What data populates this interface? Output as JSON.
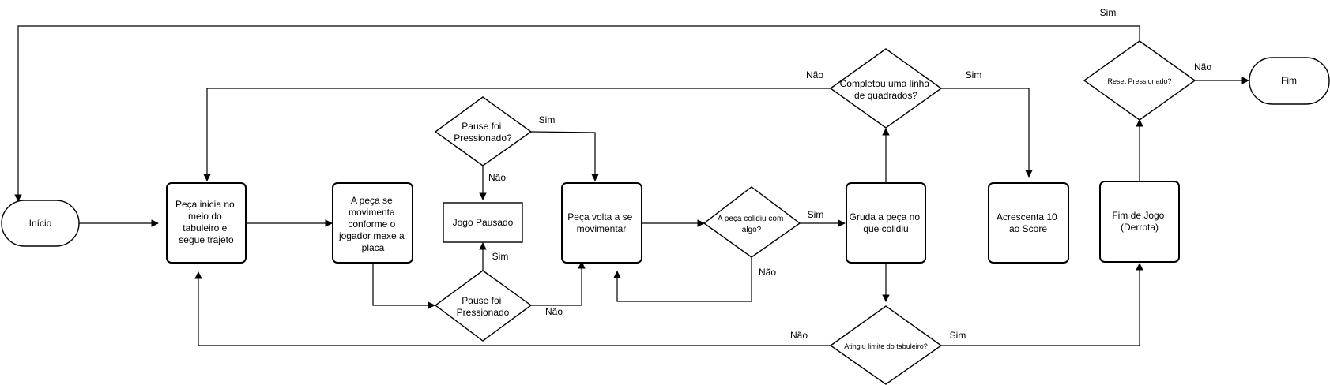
{
  "nodes": {
    "inicio": "Início",
    "fim": "Fim",
    "peca_inicia": [
      "Peça inicia no",
      "meio do",
      "tabuleiro e",
      "segue trajeto"
    ],
    "peca_movimenta": [
      "A peça se",
      "movimenta",
      "conforme o",
      "jogador mexe a",
      "placa"
    ],
    "pause_top": [
      "Pause foi",
      "Pressionado?"
    ],
    "jogo_pausado": "Jogo Pausado",
    "pause_bottom": [
      "Pause foi",
      "Pressionado"
    ],
    "peca_volta": [
      "Peça volta a se",
      "movimentar"
    ],
    "peca_colidiu": [
      "A peça colidiu com",
      "algo?"
    ],
    "gruda_peca": [
      "Gruda a peça no",
      "que colidiu"
    ],
    "completou_linha": [
      "Completou uma linha",
      "de quadrados?"
    ],
    "acrescenta": [
      "Acrescenta 10",
      "ao Score"
    ],
    "atingiu_limite": "Atingiu limite do tabuleiro?",
    "fim_jogo": [
      "Fim de Jogo",
      "(Derrota)"
    ],
    "reset": "Reset Pressionado?"
  },
  "edge_labels": {
    "sim_reset_top": "Sim",
    "nao_reset": "Não",
    "nao_completou": "Não",
    "sim_completou": "Sim",
    "sim_pause_top": "Sim",
    "nao_pause_top": "Não",
    "sim_pause_bottom": "Sim",
    "nao_pause_bottom": "Não",
    "sim_colidiu": "Sim",
    "nao_colidiu": "Não",
    "nao_atingiu": "Não",
    "sim_atingiu": "Sim"
  }
}
